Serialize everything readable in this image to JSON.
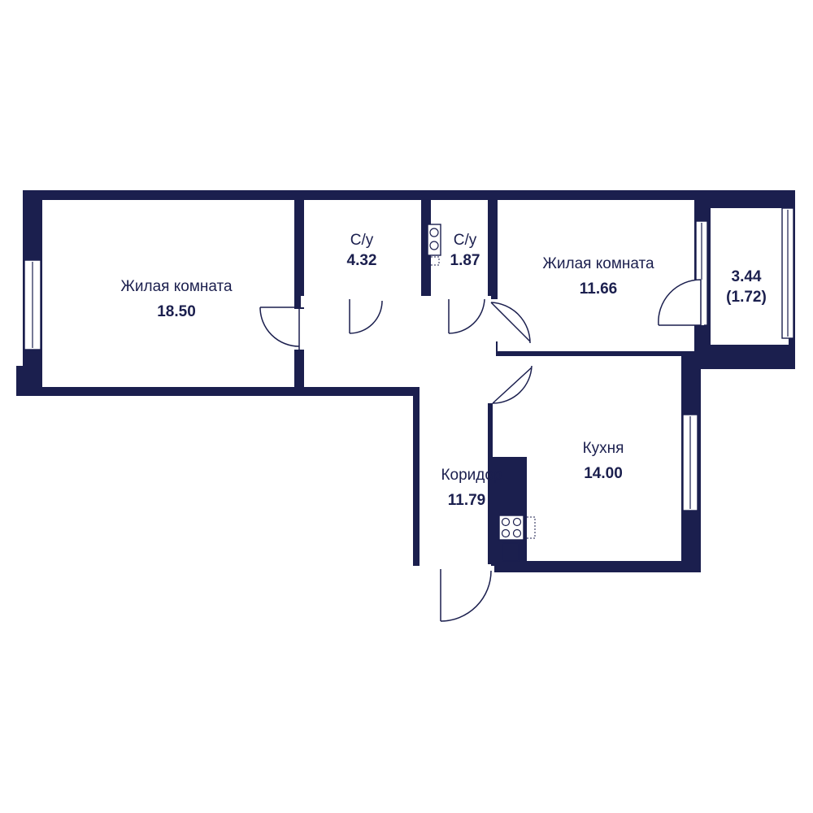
{
  "colors": {
    "wall": "#1b1f4e",
    "background": "#ffffff"
  },
  "rooms": {
    "living_room_1": {
      "name": "Жилая комната",
      "area": "18.50"
    },
    "bathroom_1": {
      "name": "С/у",
      "area": "4.32"
    },
    "bathroom_2": {
      "name": "С/у",
      "area": "1.87"
    },
    "living_room_2": {
      "name": "Жилая комната",
      "area": "11.66"
    },
    "balcony": {
      "area": "3.44",
      "area_reduced": "(1.72)"
    },
    "kitchen": {
      "name": "Кухня",
      "area": "14.00"
    },
    "corridor": {
      "name": "Коридор",
      "area": "11.79"
    }
  }
}
